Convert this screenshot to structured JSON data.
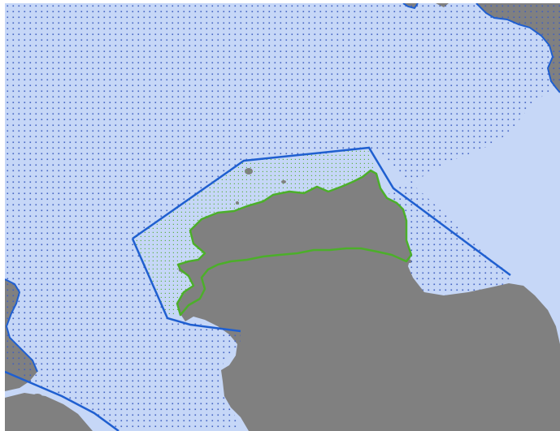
{
  "map": {
    "colors": {
      "water": "#c6d7f7",
      "land": "#808080",
      "outer_zone_dots": "#3f5fc0",
      "inner_zone_dots": "#5fb04a",
      "zone_outline": "#1f5fd0",
      "coastal_zone_outline": "#4caf2a"
    },
    "layers": [
      "water",
      "land",
      "outer-zone-dot-pattern",
      "inner-zone-dot-pattern",
      "outer-zone-boundary",
      "inner-zone-boundary",
      "coastal-zone-boundary"
    ]
  }
}
